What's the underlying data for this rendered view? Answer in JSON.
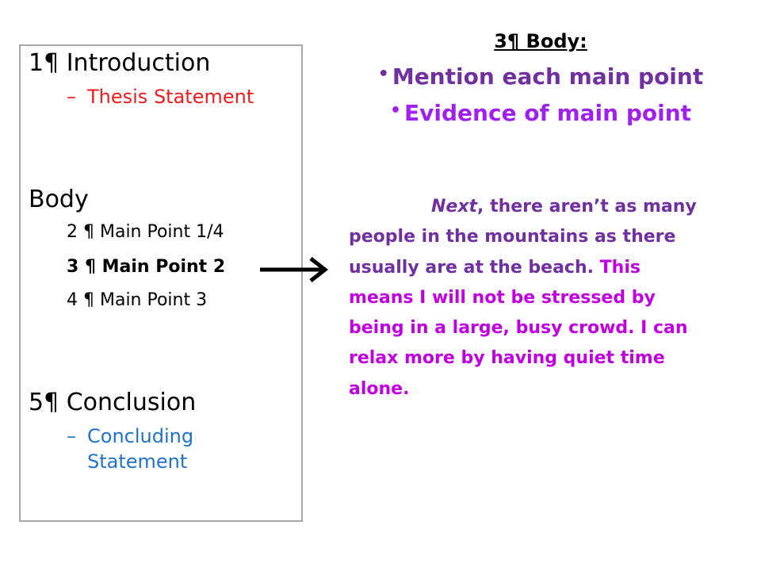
{
  "outline": {
    "intro": "1¶ Introduction",
    "thesis": "Thesis Statement",
    "body": "Body",
    "p2": "2 ¶ Main Point 1/4",
    "p3": "3 ¶ Main Point 2",
    "p4": "4 ¶ Main Point 3",
    "conclusion": "5¶ Conclusion",
    "concluding_line1": "Concluding",
    "concluding_line2": "Statement",
    "dash": "–"
  },
  "right": {
    "title": "3¶ Body:",
    "bullet1": "Mention each main point",
    "bullet2": "Evidence of main point",
    "bullet_glyph": "•"
  },
  "paragraph": {
    "l1_italic": "Next",
    "l1_rest": ", there aren’t as many",
    "l2": "people in the mountains as there",
    "l3a": "usually are at the beach.",
    "l3b": " This",
    "l4": "means I will not be stressed by",
    "l5": "being in a large, busy crowd. I can",
    "l6": "relax more by having quiet time",
    "l7": "alone."
  },
  "colors": {
    "thesis": "#ee1c1c",
    "concluding": "#1f73c8",
    "body_title": "#000000",
    "bullet1": "#7030a0",
    "bullet2": "#a020f0",
    "paragraph_primary": "#7030a0",
    "paragraph_secondary": "#c000e0"
  }
}
